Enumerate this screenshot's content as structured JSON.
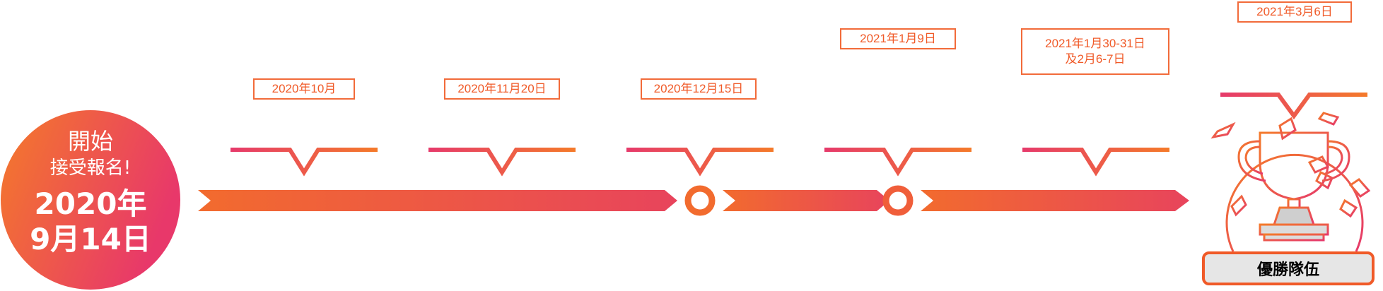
{
  "start": {
    "heading": "開始",
    "subheading": "接受報名!",
    "date_year": "2020年",
    "date_day": "9月14日"
  },
  "milestones": [
    {
      "date": "2020年10月"
    },
    {
      "date": "2020年11月20日"
    },
    {
      "date": "2020年12月15日"
    },
    {
      "date": "2021年1月9日"
    },
    {
      "date": "2021年1月30-31日\n及2月6-7日"
    }
  ],
  "finale": {
    "date": "2021年3月6日",
    "label": "優勝隊伍"
  },
  "colors": {
    "orange": "#f26b2e",
    "pink": "#e63a6b",
    "box_border": "#f26b3a"
  }
}
